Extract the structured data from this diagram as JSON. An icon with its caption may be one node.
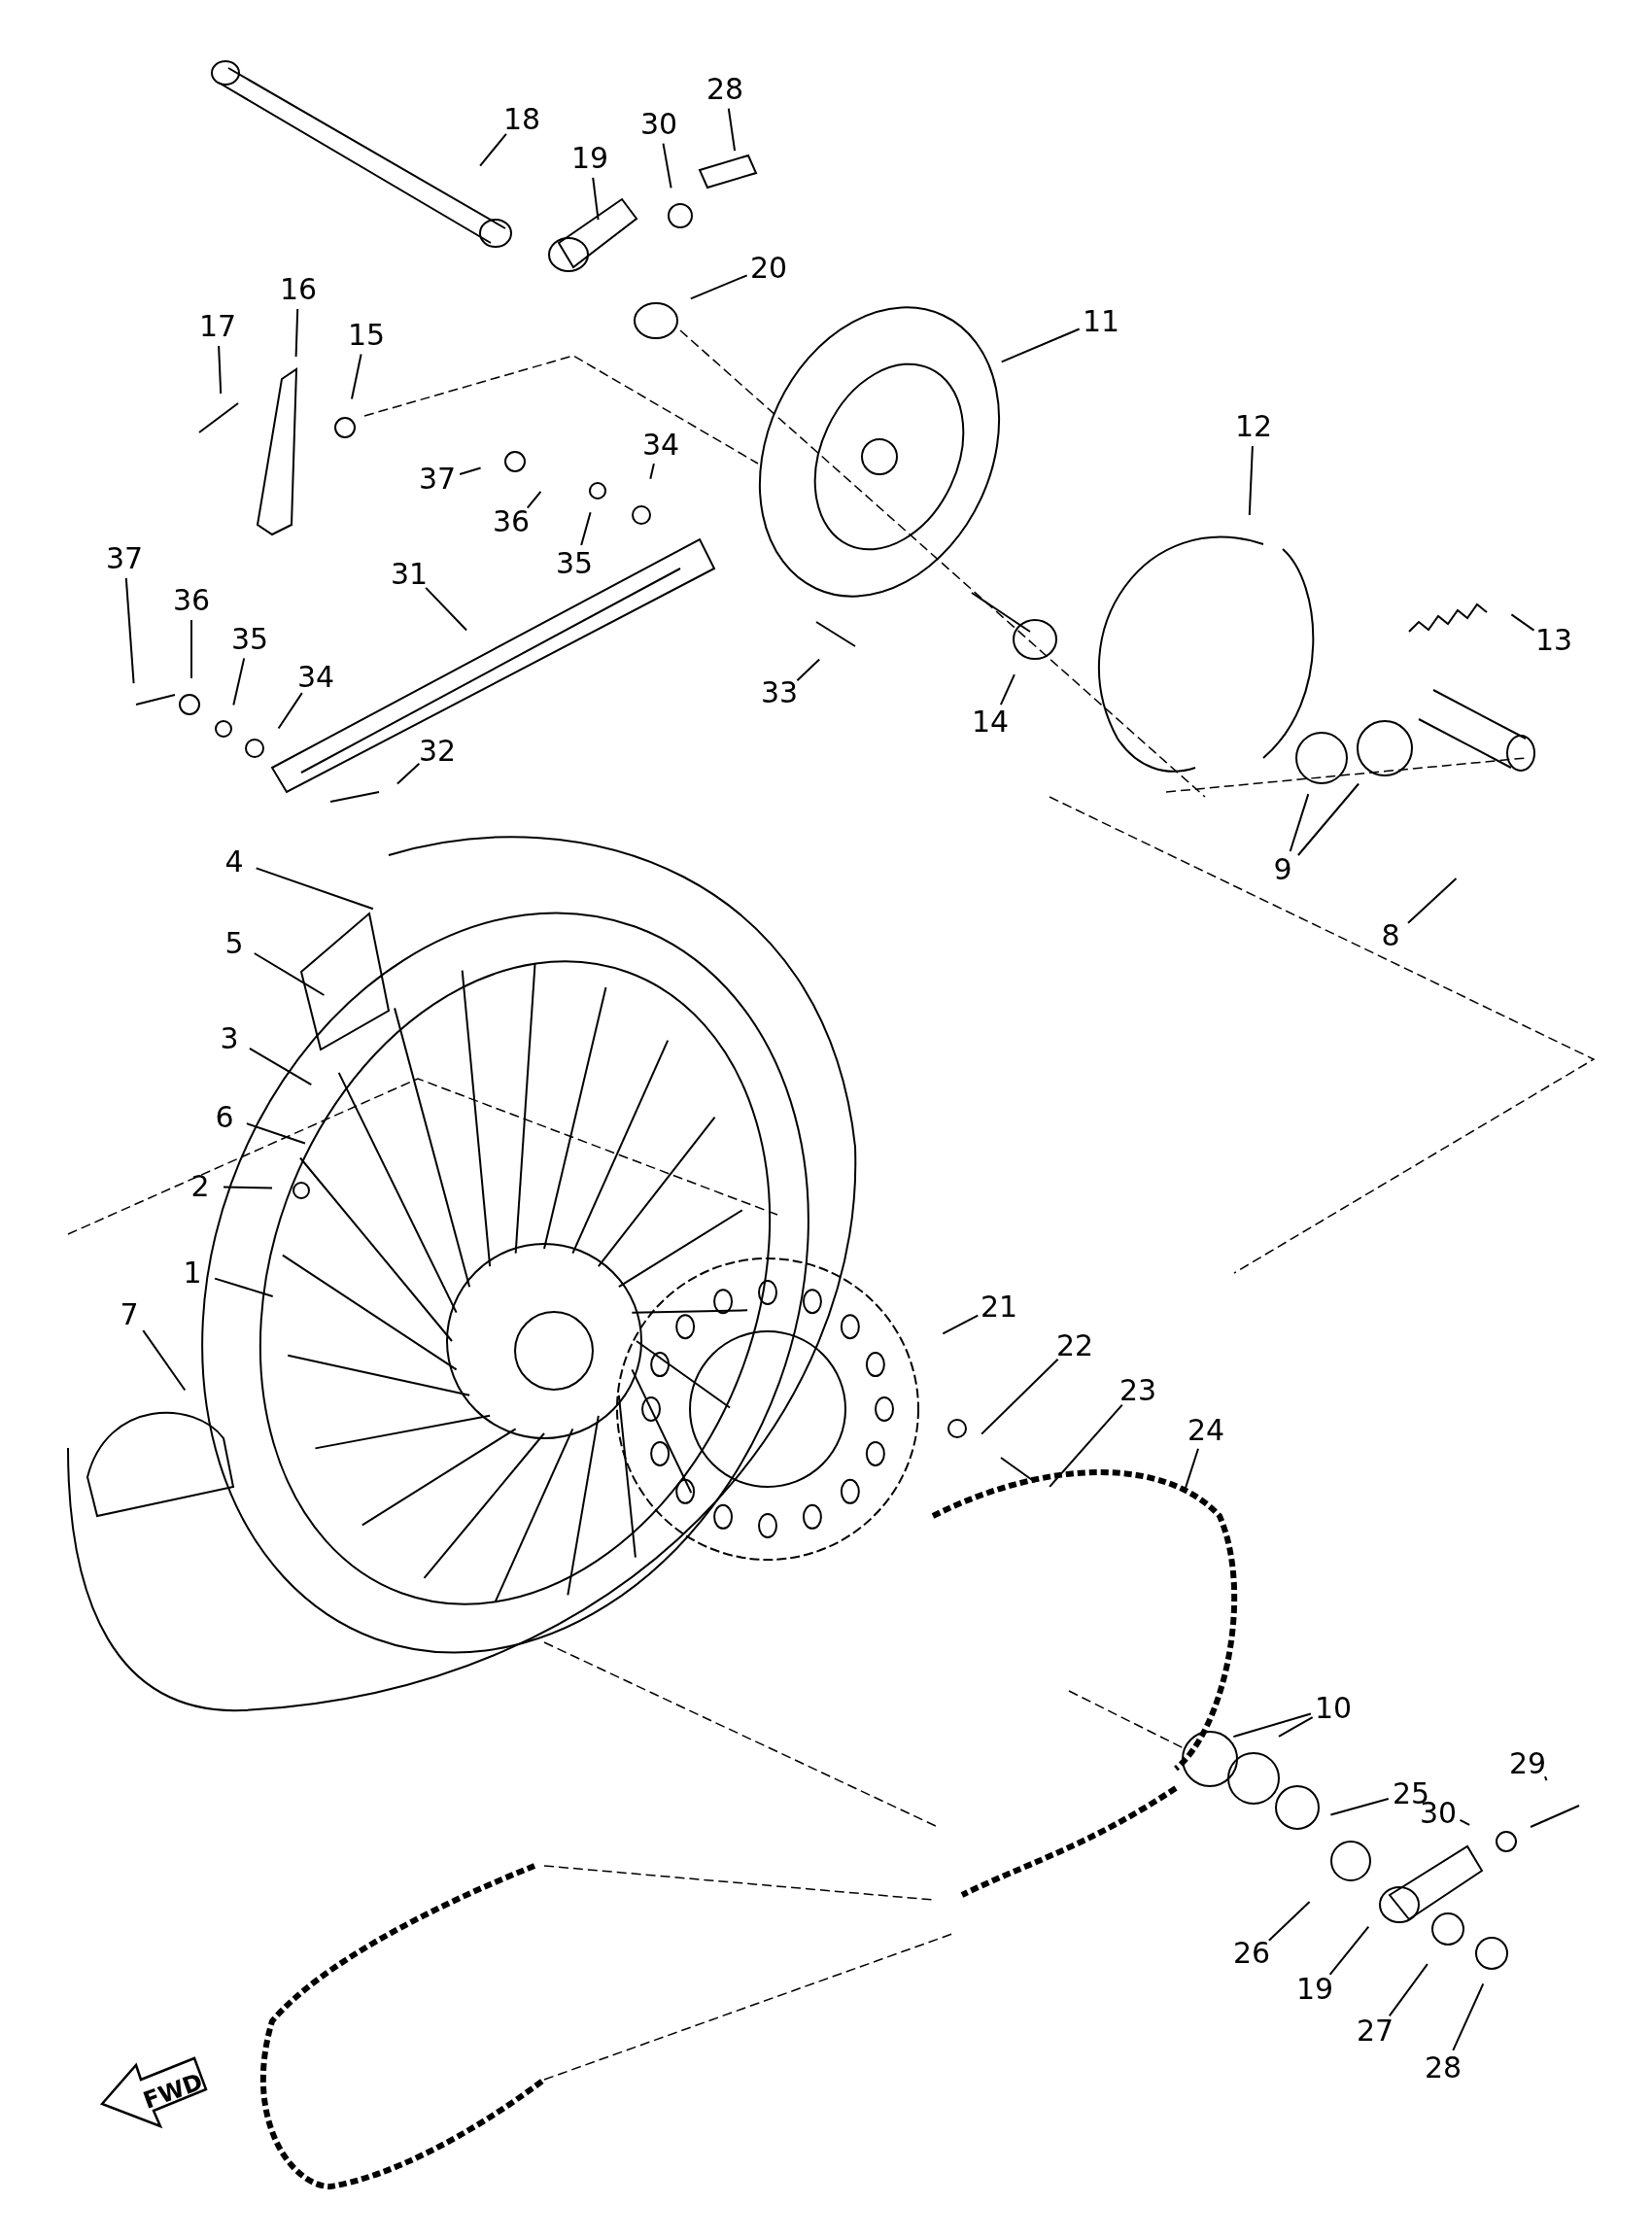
{
  "diagram": {
    "nodes": [
      {
        "text": [
          "28"
        ]
      },
      {
        "text": [
          "18"
        ]
      },
      {
        "text": [
          "30"
        ]
      },
      {
        "text": [
          "19"
        ]
      },
      {
        "text": [
          "20"
        ]
      },
      {
        "text": [
          "16"
        ]
      },
      {
        "text": [
          "11"
        ]
      },
      {
        "text": [
          "17"
        ]
      },
      {
        "text": [
          "15"
        ]
      },
      {
        "text": [
          "12"
        ]
      },
      {
        "text": [
          "34"
        ]
      },
      {
        "text": [
          "37"
        ]
      },
      {
        "text": [
          "36"
        ]
      },
      {
        "text": [
          "37"
        ]
      },
      {
        "text": [
          "35"
        ]
      },
      {
        "text": [
          "31"
        ]
      },
      {
        "text": [
          "36"
        ]
      },
      {
        "text": [
          "35"
        ]
      },
      {
        "text": [
          "13"
        ]
      },
      {
        "text": [
          "34"
        ]
      },
      {
        "text": [
          "33"
        ]
      },
      {
        "text": [
          "14"
        ]
      },
      {
        "text": [
          "32"
        ]
      },
      {
        "text": [
          "4"
        ]
      },
      {
        "text": [
          "9"
        ]
      },
      {
        "text": [
          "8"
        ]
      },
      {
        "text": [
          "5"
        ]
      },
      {
        "text": [
          "3"
        ]
      },
      {
        "text": [
          "6"
        ]
      },
      {
        "text": [
          "2"
        ]
      },
      {
        "text": [
          "1"
        ]
      },
      {
        "text": [
          "21"
        ]
      },
      {
        "text": [
          "7"
        ]
      },
      {
        "text": [
          "22"
        ]
      },
      {
        "text": [
          "23"
        ]
      },
      {
        "text": [
          "24"
        ]
      },
      {
        "text": [
          "10"
        ]
      },
      {
        "text": [
          "29"
        ]
      },
      {
        "text": [
          "25"
        ]
      },
      {
        "text": [
          "30"
        ]
      },
      {
        "text": [
          "26"
        ]
      },
      {
        "text": [
          "19"
        ]
      },
      {
        "text": [
          "27"
        ]
      },
      {
        "text": [
          "28"
        ]
      }
    ],
    "edges": [
      {
        "from": 0,
        "to": null,
        "arrow": "none"
      },
      {
        "from": 1,
        "to": null,
        "arrow": "none"
      },
      {
        "from": 2,
        "to": null,
        "arrow": "none"
      },
      {
        "from": 3,
        "to": null,
        "arrow": "none"
      },
      {
        "from": 4,
        "to": null,
        "arrow": "none"
      },
      {
        "from": 5,
        "to": null,
        "arrow": "none"
      },
      {
        "from": 6,
        "to": null,
        "arrow": "none"
      },
      {
        "from": 7,
        "to": null,
        "arrow": "none"
      },
      {
        "from": 8,
        "to": null,
        "arrow": "none"
      },
      {
        "from": 9,
        "to": null,
        "arrow": "none"
      },
      {
        "from": 10,
        "to": null,
        "arrow": "none"
      },
      {
        "from": 11,
        "to": null,
        "arrow": "none"
      },
      {
        "from": 12,
        "to": null,
        "arrow": "none"
      },
      {
        "from": 13,
        "to": null,
        "arrow": "none"
      },
      {
        "from": 14,
        "to": null,
        "arrow": "none"
      },
      {
        "from": 15,
        "to": null,
        "arrow": "none"
      },
      {
        "from": 16,
        "to": null,
        "arrow": "none"
      },
      {
        "from": 17,
        "to": null,
        "arrow": "none"
      },
      {
        "from": 18,
        "to": null,
        "arrow": "none"
      },
      {
        "from": 19,
        "to": null,
        "arrow": "none"
      },
      {
        "from": 20,
        "to": null,
        "arrow": "none"
      },
      {
        "from": 21,
        "to": null,
        "arrow": "none"
      },
      {
        "from": 22,
        "to": null,
        "arrow": "none"
      },
      {
        "from": 23,
        "to": null,
        "arrow": "none"
      },
      {
        "from": 24,
        "to": null,
        "arrow": "none"
      },
      {
        "from": 24,
        "to": null,
        "arrow": "none"
      },
      {
        "from": 25,
        "to": null,
        "arrow": "none"
      },
      {
        "from": 26,
        "to": null,
        "arrow": "none"
      },
      {
        "from": 27,
        "to": null,
        "arrow": "none"
      },
      {
        "from": 28,
        "to": null,
        "arrow": "none"
      },
      {
        "from": 29,
        "to": null,
        "arrow": "none"
      },
      {
        "from": 30,
        "to": null,
        "arrow": "none"
      },
      {
        "from": 31,
        "to": null,
        "arrow": "none"
      },
      {
        "from": 32,
        "to": null,
        "arrow": "none"
      },
      {
        "from": 33,
        "to": null,
        "arrow": "none"
      },
      {
        "from": 34,
        "to": null,
        "arrow": "none"
      },
      {
        "from": 35,
        "to": null,
        "arrow": "none"
      },
      {
        "from": 36,
        "to": null,
        "arrow": "none"
      },
      {
        "from": 36,
        "to": null,
        "arrow": "none"
      },
      {
        "from": 37,
        "to": null,
        "arrow": "none"
      },
      {
        "from": 38,
        "to": null,
        "arrow": "none"
      },
      {
        "from": 39,
        "to": null,
        "arrow": "none"
      },
      {
        "from": 40,
        "to": null,
        "arrow": "none"
      },
      {
        "from": 41,
        "to": null,
        "arrow": "none"
      },
      {
        "from": 42,
        "to": null,
        "arrow": "none"
      },
      {
        "from": 43,
        "to": null,
        "arrow": "none"
      }
    ],
    "labels": [
      "FWD"
    ]
  }
}
